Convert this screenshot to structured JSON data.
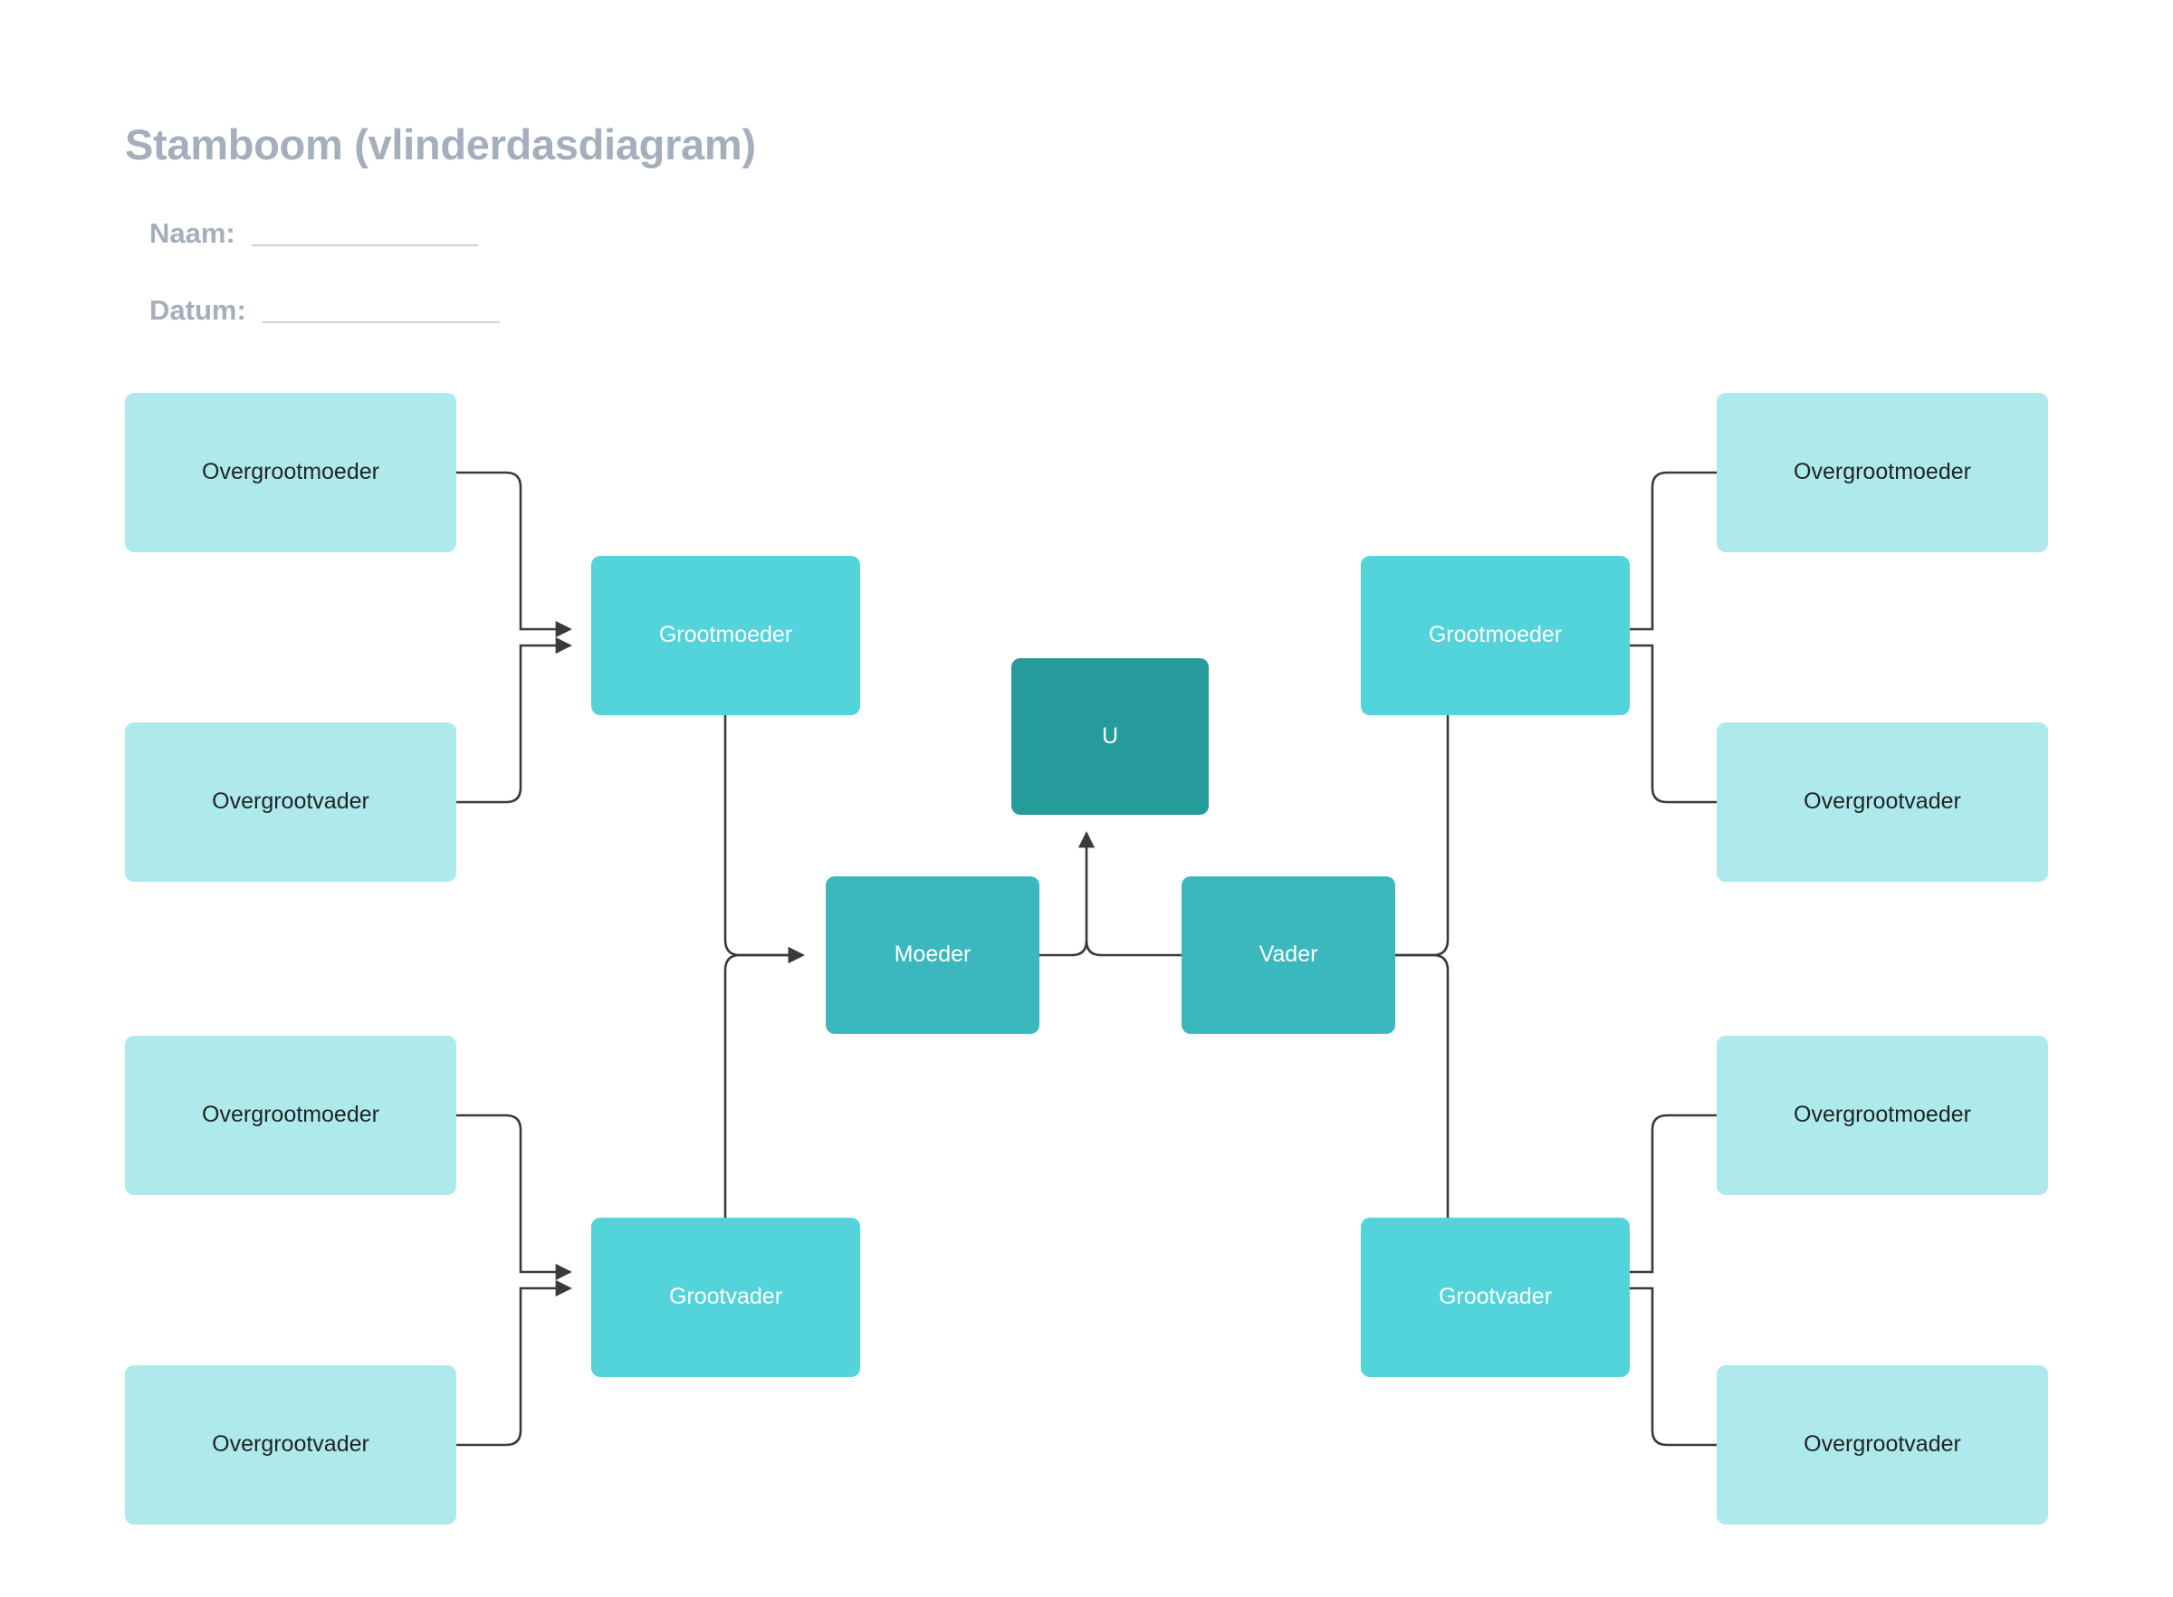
{
  "header": {
    "title": "Stamboom (vlinderdasdiagram)",
    "fields": [
      {
        "label": "Naam:",
        "value": "",
        "rule": "___________________________"
      },
      {
        "label": "Datum:",
        "value": "",
        "rule": "____________________________"
      }
    ]
  },
  "colors": {
    "title_text": "#a5afbc",
    "label_text": "#a5afbc",
    "tier_great_grandparent": "#aeeaeb",
    "tier_grandparent": "#53d3da",
    "tier_parent": "#3ab8bd",
    "tier_self": "#269b9b",
    "connector": "#3a3a3a",
    "background": "#ffffff"
  },
  "nodes": {
    "maternal": {
      "grandmother": {
        "label": "Grootmoeder",
        "parents": [
          {
            "label": "Overgrootmoeder"
          },
          {
            "label": "Overgrootvader"
          }
        ]
      },
      "grandfather": {
        "label": "Grootvader",
        "parents": [
          {
            "label": "Overgrootmoeder"
          },
          {
            "label": "Overgrootvader"
          }
        ]
      },
      "parent": {
        "label": "Moeder"
      }
    },
    "paternal": {
      "grandmother": {
        "label": "Grootmoeder",
        "parents": [
          {
            "label": "Overgrootmoeder"
          },
          {
            "label": "Overgrootvader"
          }
        ]
      },
      "grandfather": {
        "label": "Grootvader",
        "parents": [
          {
            "label": "Overgrootmoeder"
          },
          {
            "label": "Overgrootvader"
          }
        ]
      },
      "parent": {
        "label": "Vader"
      }
    },
    "self": {
      "label": "U"
    }
  }
}
